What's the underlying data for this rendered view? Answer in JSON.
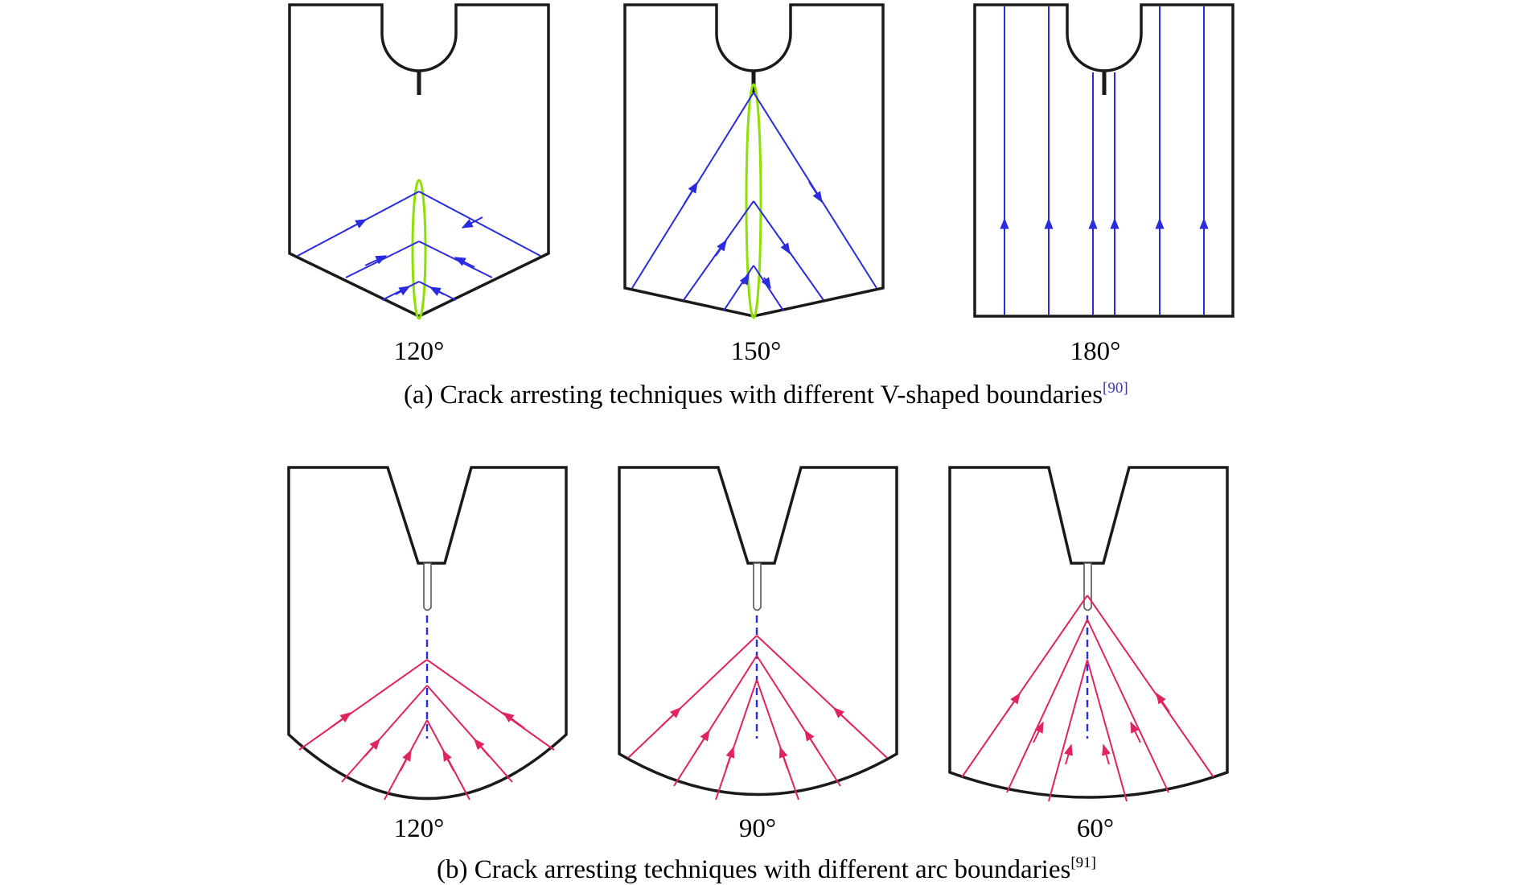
{
  "panel_a": {
    "caption": "(a) Crack arresting techniques with different V-shaped boundaries",
    "ref": "[90]",
    "labels": [
      "120°",
      "150°",
      "180°"
    ]
  },
  "panel_b": {
    "caption": "(b) Crack arresting techniques with different arc boundaries",
    "ref": "[91]",
    "labels": [
      "120°",
      "90°",
      "60°"
    ]
  },
  "colors": {
    "outline": "#1a1a1a",
    "wave_front_blue": "#2a2adf",
    "wave_front_red": "#e0245e",
    "interference_green": "#8ee000"
  }
}
